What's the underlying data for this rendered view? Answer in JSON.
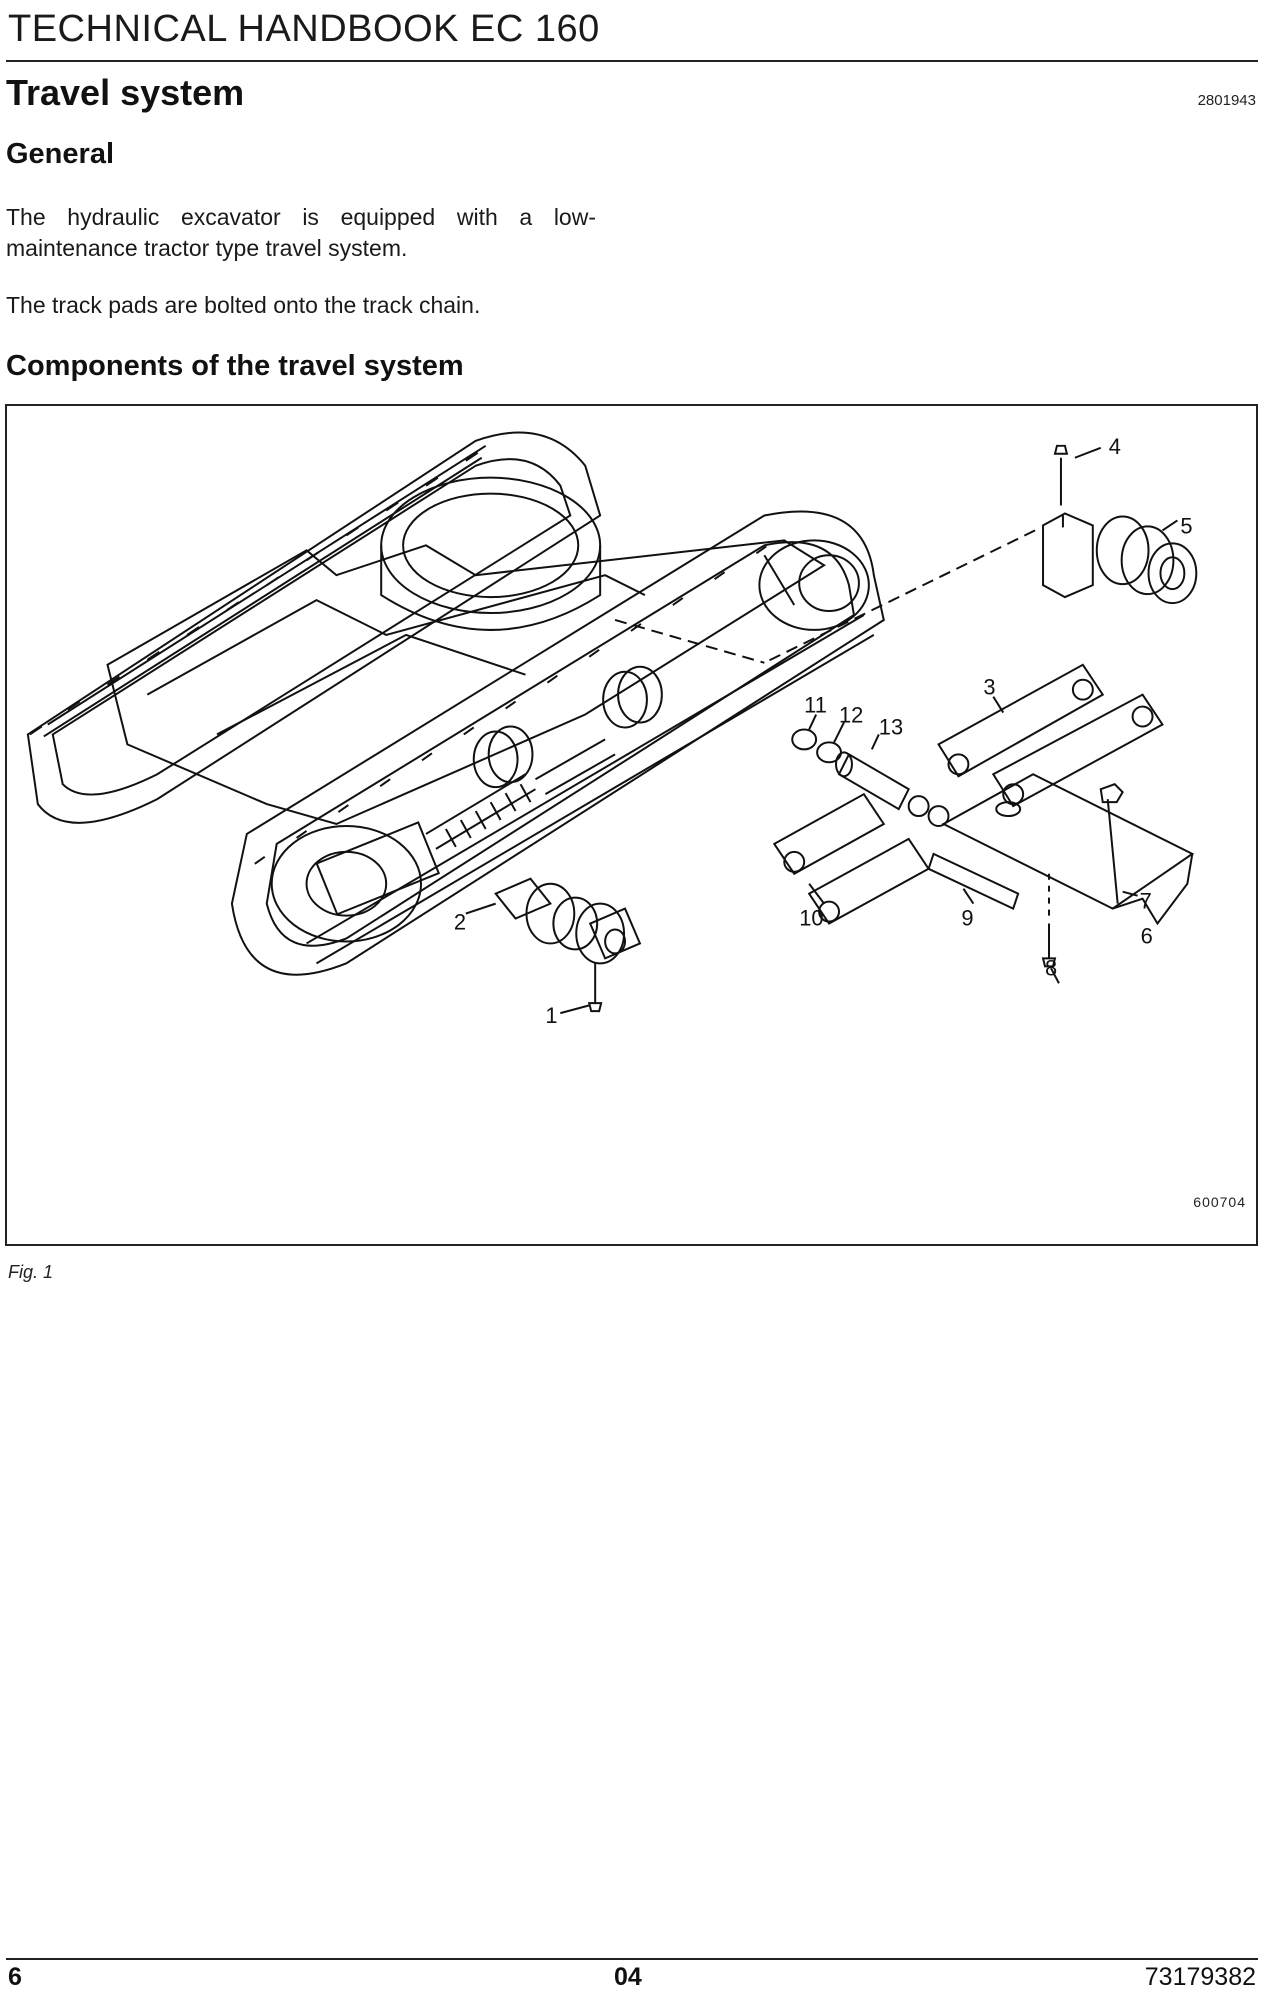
{
  "header": {
    "title": "TECHNICAL HANDBOOK EC 160"
  },
  "section": {
    "title": "Travel system",
    "code": "2801943"
  },
  "general": {
    "heading": "General",
    "para1": "The hydraulic excavator is equipped with a low-maintenance tractor type travel system.",
    "para2": "The track pads are bolted onto the track chain."
  },
  "components": {
    "heading": "Components of the travel system"
  },
  "figure": {
    "id": "600704",
    "caption": "Fig. 1",
    "callouts": [
      "1",
      "2",
      "3",
      "4",
      "5",
      "6",
      "7",
      "8",
      "9",
      "10",
      "11",
      "12",
      "13"
    ]
  },
  "footer": {
    "page": "6",
    "chapter": "04",
    "doc_number": "73179382"
  }
}
